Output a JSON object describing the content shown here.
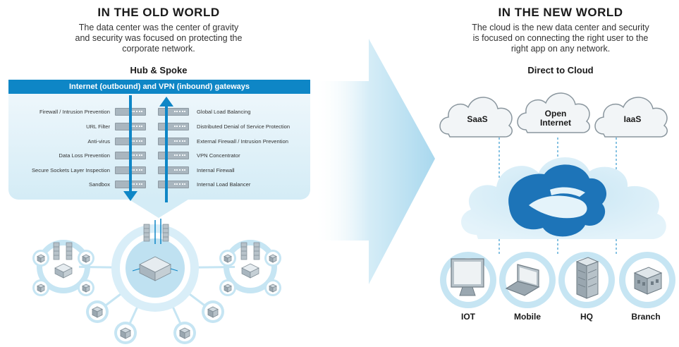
{
  "old_world": {
    "title": "IN THE OLD WORLD",
    "description_lines": [
      "The data center was the center of gravity",
      "and security was focused on protecting the",
      "corporate network."
    ],
    "subtitle": "Hub & Spoke",
    "gateway_bar": "Internet (outbound) and VPN (inbound) gateways",
    "left_functions": [
      "Firewall / Intrusion Prevention",
      "URL Filter",
      "Anti-virus",
      "Data Loss Prevention",
      "Secure Sockets Layer Inspection",
      "Sandbox"
    ],
    "right_functions": [
      "Global Load Balancing",
      "Distributed Denial of Service Protection",
      "External Firewall / Intrusion Prevention",
      "VPN Concentrator",
      "Internal Firewall",
      "Internal Load Balancer"
    ]
  },
  "new_world": {
    "title": "IN THE NEW WORLD",
    "description_lines": [
      "The cloud is the new data center and security",
      "is focused on connecting the right user to the",
      "right app on any network."
    ],
    "subtitle": "Direct to Cloud",
    "clouds": [
      "SaaS",
      "Open Internet",
      "IaaS"
    ],
    "endpoints": [
      "IOT",
      "Mobile",
      "HQ",
      "Branch"
    ]
  },
  "colors": {
    "accent": "#0e86c6",
    "light_blue": "#c3e3f2",
    "arrow": "#bfe2f1"
  },
  "icons": [
    "server-rack-icon",
    "cube-icon",
    "monitor-icon",
    "laptop-icon",
    "building-icon",
    "branch-office-icon",
    "brand-logo-icon"
  ]
}
